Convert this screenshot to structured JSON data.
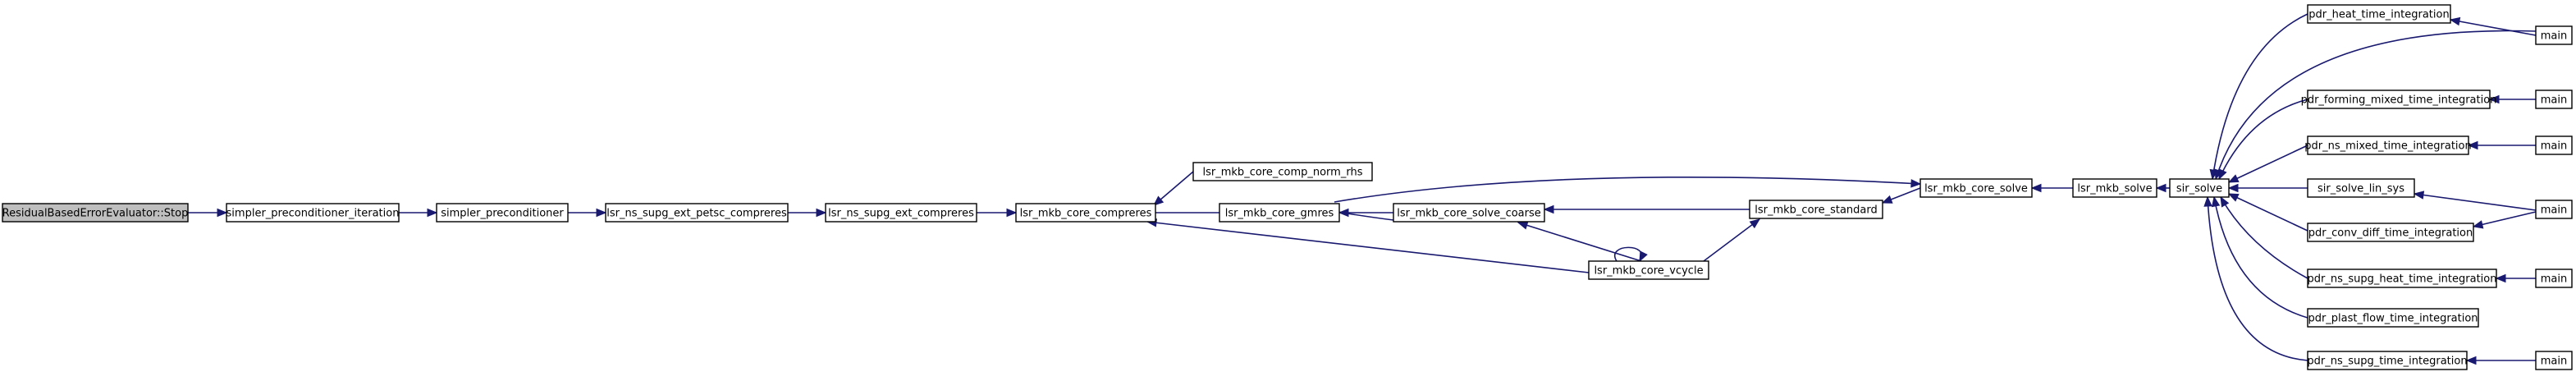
{
  "diagram": {
    "colors": {
      "node_fill": "#ffffff",
      "root_fill": "#bfbfbf",
      "node_border": "#000000",
      "edge": "#191970",
      "text": "#000000"
    },
    "nodes": [
      {
        "id": "n0",
        "label": "ResidualBasedErrorEvaluator::Stop"
      },
      {
        "id": "n1",
        "label": "simpler_preconditioner_iteration"
      },
      {
        "id": "n2",
        "label": "simpler_preconditioner"
      },
      {
        "id": "n3",
        "label": "lsr_ns_supg_ext_petsc_compreres"
      },
      {
        "id": "n4",
        "label": "lsr_ns_supg_ext_compreres"
      },
      {
        "id": "n5",
        "label": "lsr_mkb_core_compreres"
      },
      {
        "id": "n6",
        "label": "lsr_mkb_core_comp_norm_rhs"
      },
      {
        "id": "n7",
        "label": "lsr_mkb_core_gmres"
      },
      {
        "id": "n8",
        "label": "lsr_mkb_core_solve_coarse"
      },
      {
        "id": "n9",
        "label": "lsr_mkb_core_vcycle"
      },
      {
        "id": "n10",
        "label": "lsr_mkb_core_standard"
      },
      {
        "id": "n11",
        "label": "lsr_mkb_core_solve"
      },
      {
        "id": "n12",
        "label": "lsr_mkb_solve"
      },
      {
        "id": "n13",
        "label": "sir_solve"
      },
      {
        "id": "n14",
        "label": "pdr_heat_time_integration"
      },
      {
        "id": "n15",
        "label": "main"
      },
      {
        "id": "n16",
        "label": "pdr_forming_mixed_time_integration"
      },
      {
        "id": "n17",
        "label": "main"
      },
      {
        "id": "n18",
        "label": "pdr_ns_mixed_time_integration"
      },
      {
        "id": "n19",
        "label": "main"
      },
      {
        "id": "n20",
        "label": "sir_solve_lin_sys"
      },
      {
        "id": "n21",
        "label": "main"
      },
      {
        "id": "n22",
        "label": "pdr_conv_diff_time_integration"
      },
      {
        "id": "n23",
        "label": "pdr_ns_supg_heat_time_integration"
      },
      {
        "id": "n24",
        "label": "main"
      },
      {
        "id": "n25",
        "label": "pdr_plast_flow_time_integration"
      },
      {
        "id": "n26",
        "label": "pdr_ns_supg_time_integration"
      },
      {
        "id": "n27",
        "label": "main"
      }
    ]
  }
}
